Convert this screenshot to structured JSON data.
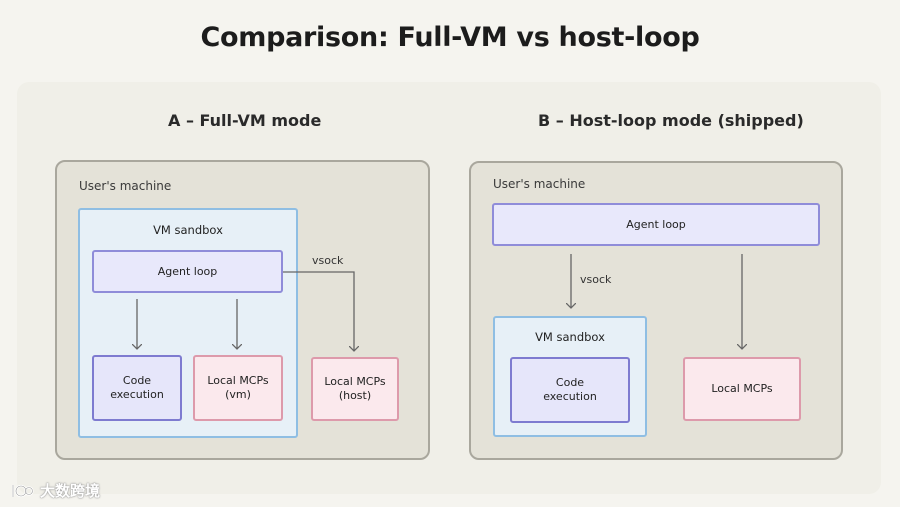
{
  "title": "Comparison: Full-VM vs host-loop",
  "section_a": {
    "heading": "A – Full-VM mode",
    "machine_label": "User's machine",
    "vm_label": "VM sandbox",
    "agent_loop": "Agent loop",
    "code_execution": "Code\nexecution",
    "local_mcps_vm": "Local MCPs\n(vm)",
    "local_mcps_host": "Local MCPs\n(host)",
    "edge_label": "vsock"
  },
  "section_b": {
    "heading": "B – Host-loop mode (shipped)",
    "machine_label": "User's machine",
    "agent_loop": "Agent loop",
    "vm_label": "VM sandbox",
    "code_execution": "Code\nexecution",
    "local_mcps": "Local MCPs",
    "edge_label": "vsock"
  },
  "watermark": {
    "text": "大数跨境",
    "logo_icon": "brand-logo-icon"
  },
  "colors": {
    "page_bg": "#f5f4ef",
    "panel_bg": "#f0efe8",
    "machine_bg": "#e4e2d8",
    "machine_border": "#a9a79d",
    "vm_bg": "#e7f0f7",
    "vm_border": "#8fbee3",
    "agent_border": "#8f8cd9",
    "mcp_border": "#dd9aab",
    "arrow": "#666666"
  }
}
